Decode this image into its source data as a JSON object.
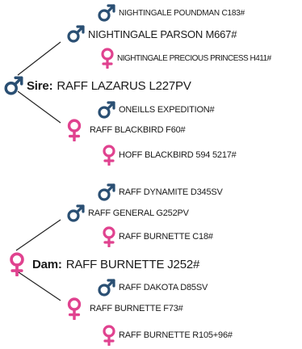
{
  "colors": {
    "male": "#2a4f73",
    "female": "#e0428f",
    "text": "#1a1a1a",
    "line": "#222222"
  },
  "pedigree": {
    "sire": {
      "role_label": "Sire",
      "name": "RAFF LAZARUS L227PV",
      "gender_icon": "male-icon",
      "sire": {
        "name": "NIGHTINGALE PARSON M667#",
        "sire": {
          "name": "NIGHTINGALE POUNDMAN C183#"
        },
        "dam": {
          "name": "NIGHTINGALE PRECIOUS PRINCESS H411#"
        }
      },
      "dam": {
        "name": "RAFF BLACKBIRD F60#",
        "sire": {
          "name": "ONEILLS EXPEDITION#"
        },
        "dam": {
          "name": "HOFF BLACKBIRD 594 5217#"
        }
      }
    },
    "dam": {
      "role_label": "Dam",
      "name": "RAFF BURNETTE J252#",
      "gender_icon": "female-icon",
      "sire": {
        "name": "RAFF GENERAL G252PV",
        "sire": {
          "name": "RAFF DYNAMITE D345SV"
        },
        "dam": {
          "name": "RAFF BURNETTE C18#"
        }
      },
      "dam": {
        "name": "RAFF BURNETTE F73#",
        "sire": {
          "name": "RAFF DAKOTA D85SV"
        },
        "dam": {
          "name": "RAFF BURNETTE R105+96#"
        }
      }
    }
  }
}
